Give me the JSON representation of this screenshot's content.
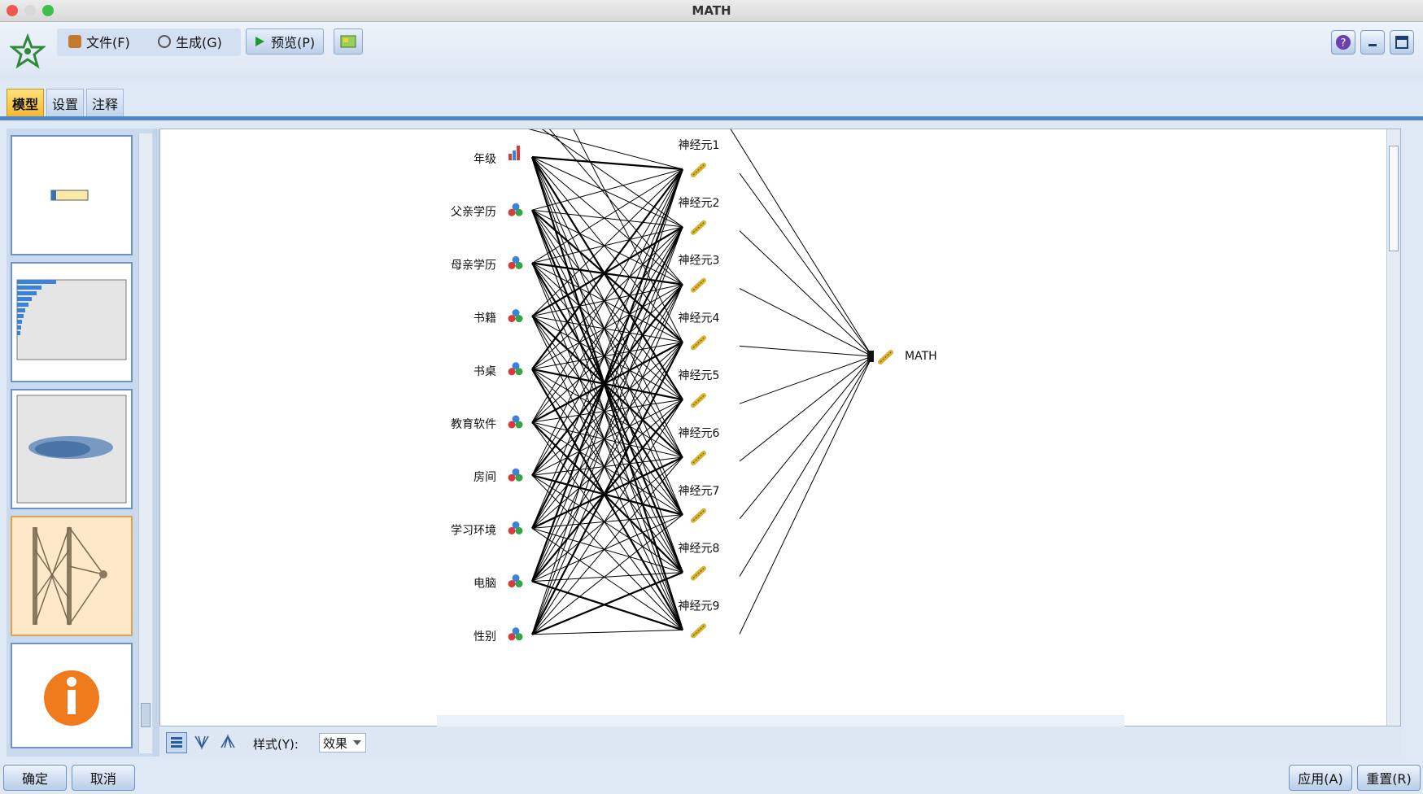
{
  "window": {
    "title": "MATH"
  },
  "toolbar": {
    "file_menu": "文件(F)",
    "generate_menu": "生成(G)",
    "preview_button": "预览(P)"
  },
  "tabs": [
    "模型",
    "设置",
    "注释"
  ],
  "network": {
    "inputs": [
      "年级",
      "父亲学历",
      "母亲学历",
      "书籍",
      "书桌",
      "教育软件",
      "房间",
      "学习环境",
      "电脑",
      "性别"
    ],
    "hidden": [
      "神经元1",
      "神经元2",
      "神经元3",
      "神经元4",
      "神经元5",
      "神经元6",
      "神经元7",
      "神经元8",
      "神经元9"
    ],
    "output": "MATH"
  },
  "bottombar": {
    "style_label": "样式(Y):",
    "style_value": "效果"
  },
  "footer": {
    "ok": "确定",
    "cancel": "取消",
    "apply": "应用(A)",
    "reset": "重置(R)"
  },
  "colors": {
    "accent": "#4f86c9",
    "active_tab": "#f4b832",
    "info": "#f07b1c"
  }
}
